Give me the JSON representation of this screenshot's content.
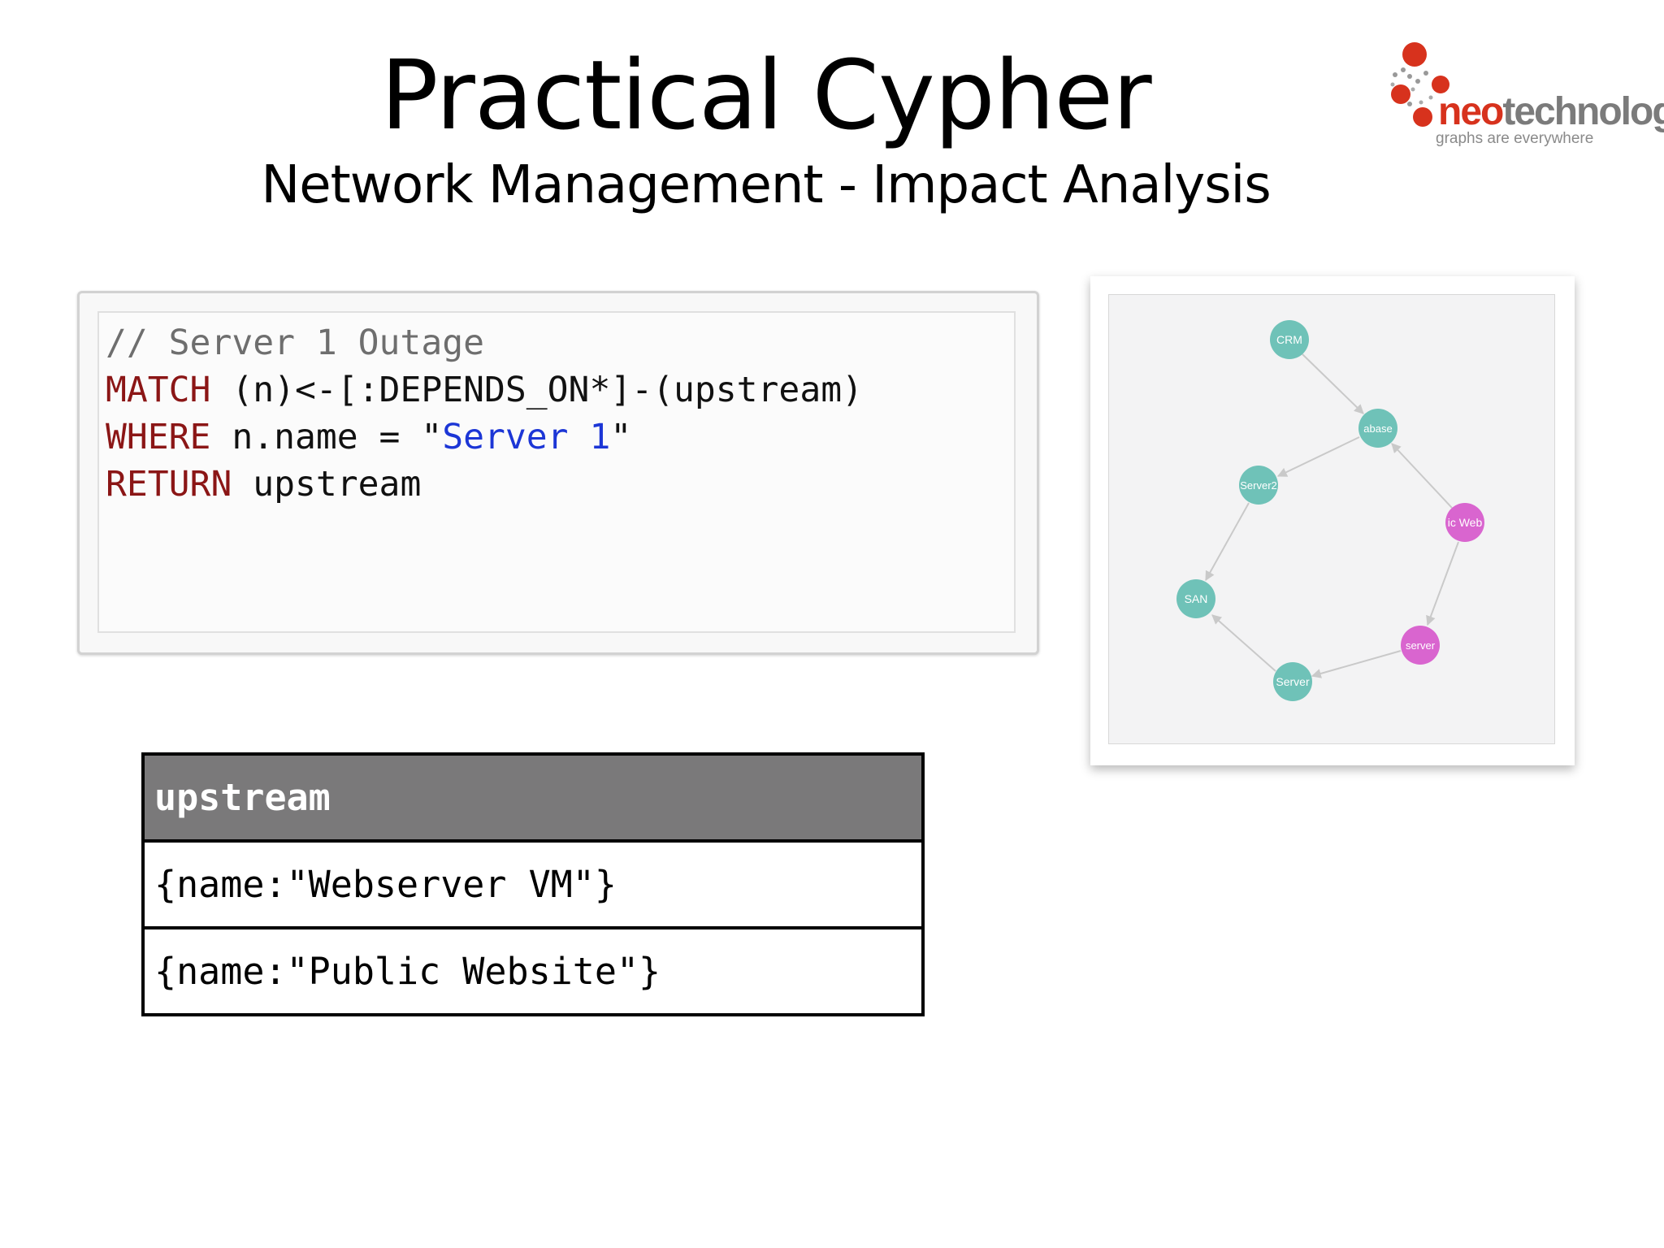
{
  "slide": {
    "title": "Practical Cypher",
    "subtitle": "Network Management - Impact Analysis"
  },
  "logo": {
    "word_part1": "neo",
    "word_part2": "technology",
    "tagline": "graphs are everywhere",
    "colors": {
      "red": "#d7321d",
      "gray": "#7b7b7b"
    }
  },
  "code": {
    "line1": {
      "comment": "// Server 1 Outage"
    },
    "line2": {
      "keyword": "MATCH",
      "rest": " (n)<-[:DEPENDS_ON*]-(upstream)"
    },
    "line3": {
      "keyword": "WHERE",
      "before": " n.name = \"",
      "string": "Server 1",
      "after": "\""
    },
    "line4": {
      "keyword": "RETURN",
      "rest": " upstream"
    },
    "colors": {
      "keyword": "#8b1616",
      "string": "#1c36d6",
      "comment": "#6e6e6e"
    }
  },
  "result": {
    "header": "upstream",
    "rows": [
      "{name:\"Webserver VM\"}",
      "{name:\"Public Website\"}"
    ]
  },
  "graph": {
    "colors": {
      "teal": "#6fc2b8",
      "magenta": "#d965cf",
      "edge": "#c9c9c9"
    },
    "nodes": [
      {
        "label": "CRM",
        "kind": "teal"
      },
      {
        "label": "abase",
        "kind": "teal"
      },
      {
        "label": "Server2",
        "kind": "teal"
      },
      {
        "label": "ic Web",
        "kind": "magenta"
      },
      {
        "label": "SAN",
        "kind": "teal"
      },
      {
        "label": "server",
        "kind": "magenta"
      },
      {
        "label": "Server",
        "kind": "teal"
      }
    ]
  }
}
